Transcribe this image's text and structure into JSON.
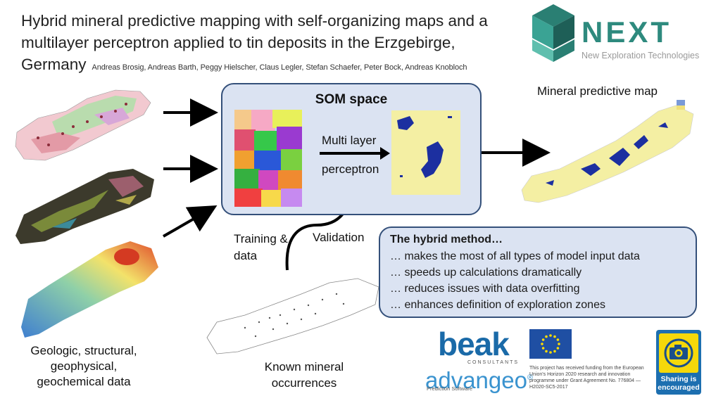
{
  "title": {
    "line1": "Hybrid mineral predictive mapping with self-organizing maps and a",
    "line2": "multilayer perceptron applied to tin deposits in the Erzgebirge,",
    "line3": "Germany",
    "authors": "Andreas Brosig, Andreas Barth, Peggy Hielscher, Claus Legler, Stefan Schaefer, Peter Bock, Andreas Knobloch"
  },
  "logo_next": {
    "word": "NEXT",
    "tagline": "New Exploration Technologies"
  },
  "som": {
    "title": "SOM space",
    "mlp_line1": "Multi layer",
    "mlp_line2": "perceptron"
  },
  "output_label": "Mineral predictive map",
  "input_label": [
    "Geologic, structural,",
    "geophysical,",
    "geochemical data"
  ],
  "training_label": [
    "Training &",
    "data"
  ],
  "validation_label": "Validation",
  "known_label": [
    "Known mineral",
    "occurrences"
  ],
  "hybrid": {
    "title": "The hybrid method…",
    "items": [
      "… makes the most of all types of model input data",
      "… speeds up calculations dramatically",
      "… reduces issues with data overfitting",
      "… enhances definition of exploration zones"
    ]
  },
  "logos": {
    "beak": "beak",
    "beak_sub": "CONSULTANTS",
    "advangeo": "advangeo",
    "advangeo_reg": "®",
    "advangeo_sub": "Prediction Software",
    "funding": "This project has received funding from the European Union's Horizon 2020 research and innovation programme under Grant Agreement No. 776804 — H2020-SC5-2017",
    "sharing": [
      "Sharing is",
      "encouraged"
    ]
  },
  "colors": {
    "box_fill": "#dbe3f2",
    "box_border": "#34507a",
    "next_teal": "#2e8a7e",
    "beak_blue": "#1a6aa8",
    "advangeo_blue": "#3a93cf",
    "eu_blue": "#1f4fa3",
    "eu_star": "#ffdd00",
    "prediction_yellow": "#f4efa3",
    "prediction_blue": "#1c2fa0"
  }
}
